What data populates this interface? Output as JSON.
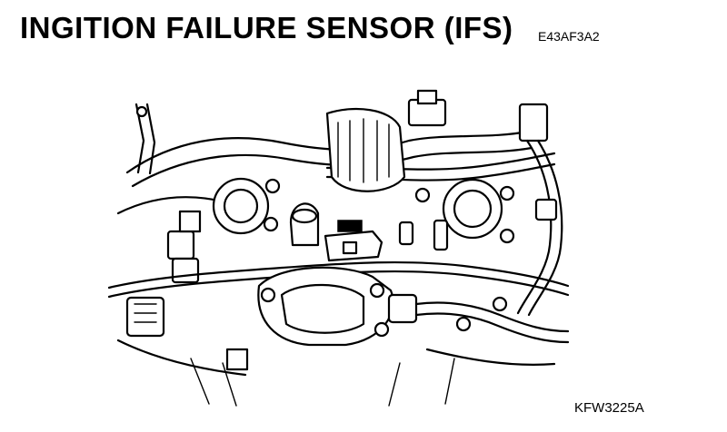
{
  "header": {
    "title": "INGITION FAILURE SENSOR (IFS)",
    "code": "E43AF3A2"
  },
  "figure": {
    "illustration": "engine-compartment-line-drawing",
    "figure_id": "KFW3225A"
  }
}
